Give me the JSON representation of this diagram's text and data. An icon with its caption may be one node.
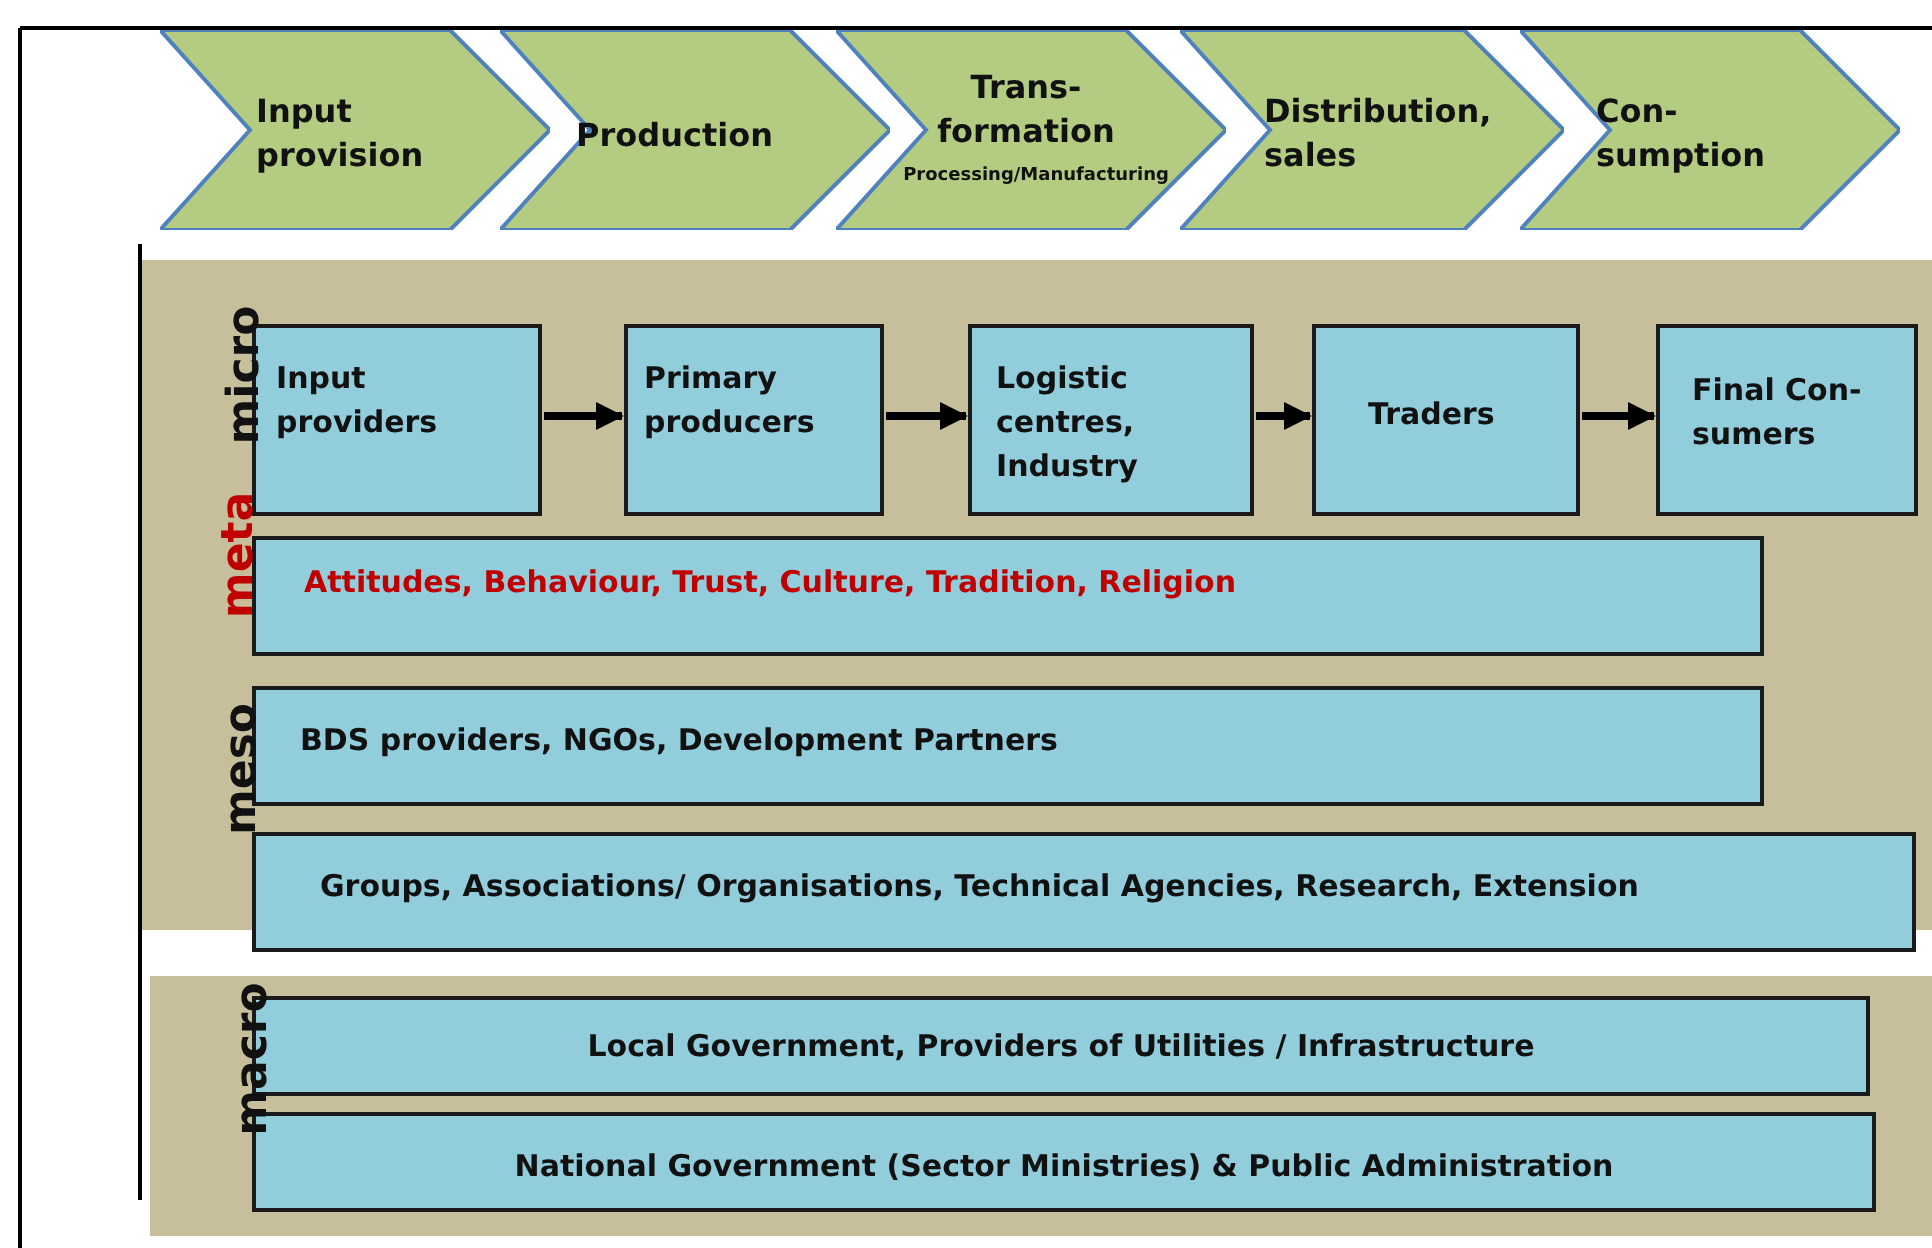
{
  "diagram": {
    "nodes": [
      {
        "text": [
          "Input provision"
        ]
      },
      {
        "text": [
          "Production"
        ]
      },
      {
        "text": [
          "Trans- formation",
          "Processing/Manufacturing"
        ]
      },
      {
        "text": [
          "Distribution, sales"
        ]
      },
      {
        "text": [
          "Con- sumption"
        ]
      },
      {
        "text": [
          "Input providers"
        ]
      },
      {
        "text": [
          "Primary producers"
        ]
      },
      {
        "text": [
          "Logistic centres, Industry"
        ]
      },
      {
        "text": [
          "Traders"
        ]
      },
      {
        "text": [
          "Final Con- sumers"
        ]
      },
      {
        "text": [
          "Attitudes, Behaviour, Trust, Culture, Tradition, Religion"
        ]
      },
      {
        "text": [
          "BDS providers, NGOs, Development Partners"
        ]
      },
      {
        "text": [
          "Groups, Associations/ Organisations, Technical Agencies, Research, Extension"
        ]
      },
      {
        "text": [
          "Local Government, Providers of Utilities / Infrastructure"
        ]
      },
      {
        "text": [
          "National Government  (Sector Ministries) & Public Administration"
        ]
      }
    ],
    "edges": [
      {
        "from": 5,
        "to": 6,
        "arrow": "to"
      },
      {
        "from": 6,
        "to": 7,
        "arrow": "to"
      },
      {
        "from": 7,
        "to": 8,
        "arrow": "to"
      },
      {
        "from": 8,
        "to": 9,
        "arrow": "to"
      }
    ],
    "labels": [
      "micro",
      "meta",
      "meso",
      "macro"
    ]
  }
}
